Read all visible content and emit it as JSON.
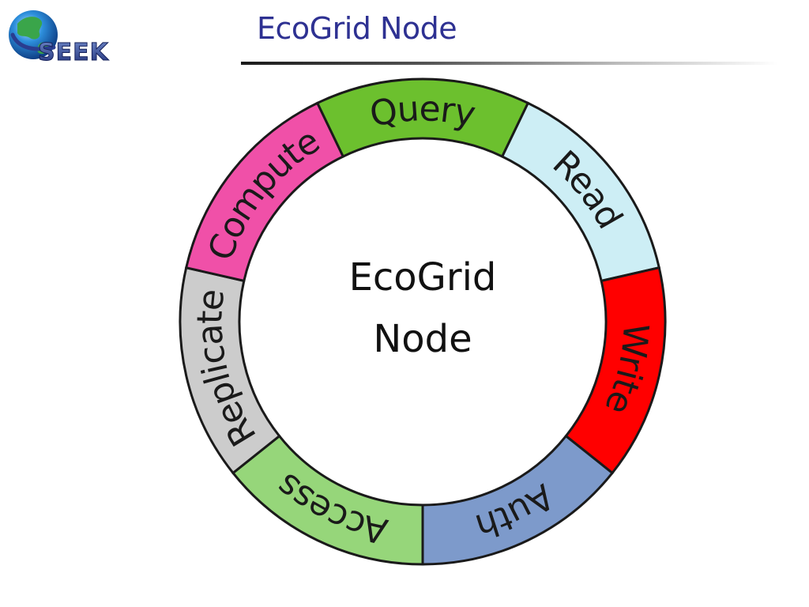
{
  "logo": {
    "text": "SEEK",
    "icon": "globe-icon",
    "colors": {
      "ocean": "#1e7fcf",
      "land": "#3aa54a",
      "text": "#2a3d8f"
    }
  },
  "slide": {
    "title": "EcoGrid Node"
  },
  "diagram": {
    "center_line1": "EcoGrid",
    "center_line2": "Node",
    "segments": [
      {
        "label": "Read",
        "color": "#cdeef5"
      },
      {
        "label": "Write",
        "color": "#ff0000"
      },
      {
        "label": "Auth",
        "color": "#7d9acb"
      },
      {
        "label": "Access",
        "color": "#96d67a"
      },
      {
        "label": "Replicate",
        "color": "#cccccc"
      },
      {
        "label": "Compute",
        "color": "#f050a8"
      },
      {
        "label": "Query",
        "color": "#6cc02e"
      }
    ]
  }
}
